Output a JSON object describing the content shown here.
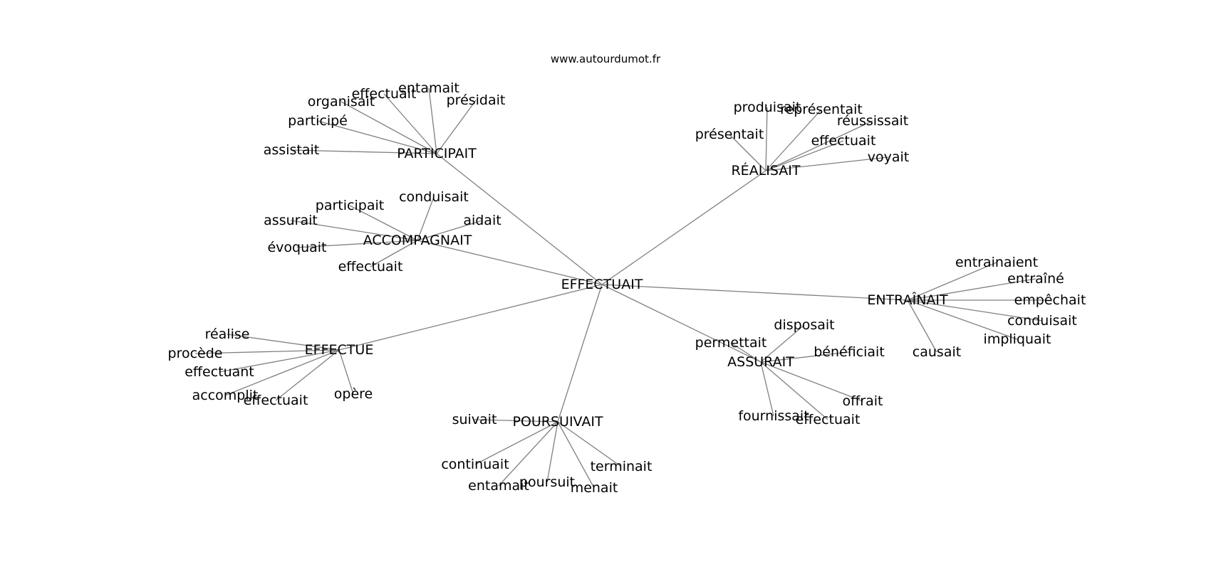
{
  "watermark": "www.autourdumot.fr",
  "center": "EFFECTUAIT",
  "clusters": [
    {
      "hub": "PARTICIPAIT",
      "leaves": [
        "organisait",
        "effectuait",
        "entamait",
        "présidait",
        "participé",
        "assistait"
      ]
    },
    {
      "hub": "RÉALISAIT",
      "leaves": [
        "produisait",
        "représentait",
        "réussissait",
        "présentait",
        "effectuait",
        "voyait"
      ]
    },
    {
      "hub": "ACCOMPAGNAIT",
      "leaves": [
        "conduisait",
        "participait",
        "assurait",
        "aidait",
        "évoquait",
        "effectuait"
      ]
    },
    {
      "hub": "ENTRAÎNAIT",
      "leaves": [
        "entrainaient",
        "entraîné",
        "empêchait",
        "conduisait",
        "impliquait",
        "causait"
      ]
    },
    {
      "hub": "EFFECTUE",
      "leaves": [
        "réalise",
        "procède",
        "effectuant",
        "accomplit",
        "effectuait",
        "opère"
      ]
    },
    {
      "hub": "ASSURAIT",
      "leaves": [
        "disposait",
        "permettait",
        "bénéficiait",
        "offrait",
        "fournissait",
        "effectuait"
      ]
    },
    {
      "hub": "POURSUIVAIT",
      "leaves": [
        "suivait",
        "continuait",
        "entamait",
        "poursuit",
        "menait",
        "terminait"
      ]
    }
  ]
}
